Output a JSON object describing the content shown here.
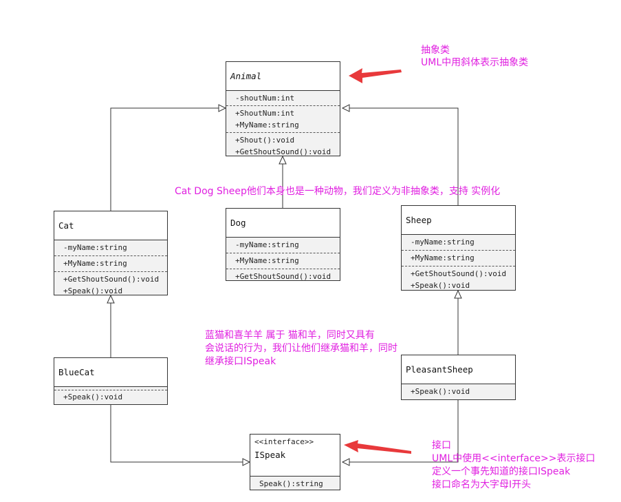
{
  "classes": {
    "animal": {
      "name": "Animal",
      "fields": [
        "-shoutNum:int",
        "+ShoutNum:int",
        "+MyName:string"
      ],
      "methods": [
        "+Shout():void",
        "+GetShoutSound():void"
      ]
    },
    "cat": {
      "name": "Cat",
      "fields": [
        "-myName:string"
      ],
      "properties": [
        "+MyName:string"
      ],
      "methods": [
        "+GetShoutSound():void",
        "+Speak():void"
      ]
    },
    "dog": {
      "name": "Dog",
      "fields": [
        "-myName:string"
      ],
      "properties": [
        "+MyName:string"
      ],
      "methods": [
        "+GetShoutSound():void"
      ]
    },
    "sheep": {
      "name": "Sheep",
      "fields": [
        "-myName:string"
      ],
      "properties": [
        "+MyName:string"
      ],
      "methods": [
        "+GetShoutSound():void",
        "+Speak():void"
      ]
    },
    "bluecat": {
      "name": "BlueCat",
      "methods": [
        "+Speak():void"
      ]
    },
    "pleasantsheep": {
      "name": "PleasantSheep",
      "methods": [
        "+Speak():void"
      ]
    },
    "ispeak": {
      "stereotype": "<<interface>>",
      "name": "ISpeak",
      "methods": [
        "Speak():string"
      ]
    }
  },
  "notes": {
    "abstract": [
      "抽象类",
      "UML中用斜体表示抽象类"
    ],
    "concrete": "Cat Dog Sheep他们本身也是一种动物，我们定义为非抽象类，支持 实例化",
    "inherit": [
      "蓝猫和喜羊羊 属于 猫和羊，同时又具有",
      "会说话的行为，我们让他们继承猫和羊，同时",
      "继承接口ISpeak"
    ],
    "interface": [
      "接口",
      "UML中使用<<interface>>表示接口",
      "定义一个事先知道的接口ISpeak",
      "接口命名为大字母I开头"
    ]
  },
  "colors": {
    "note_text": "#e020e0",
    "arrow": "#e8393b",
    "line": "#333333",
    "box_fill": "#f2f2f2"
  }
}
